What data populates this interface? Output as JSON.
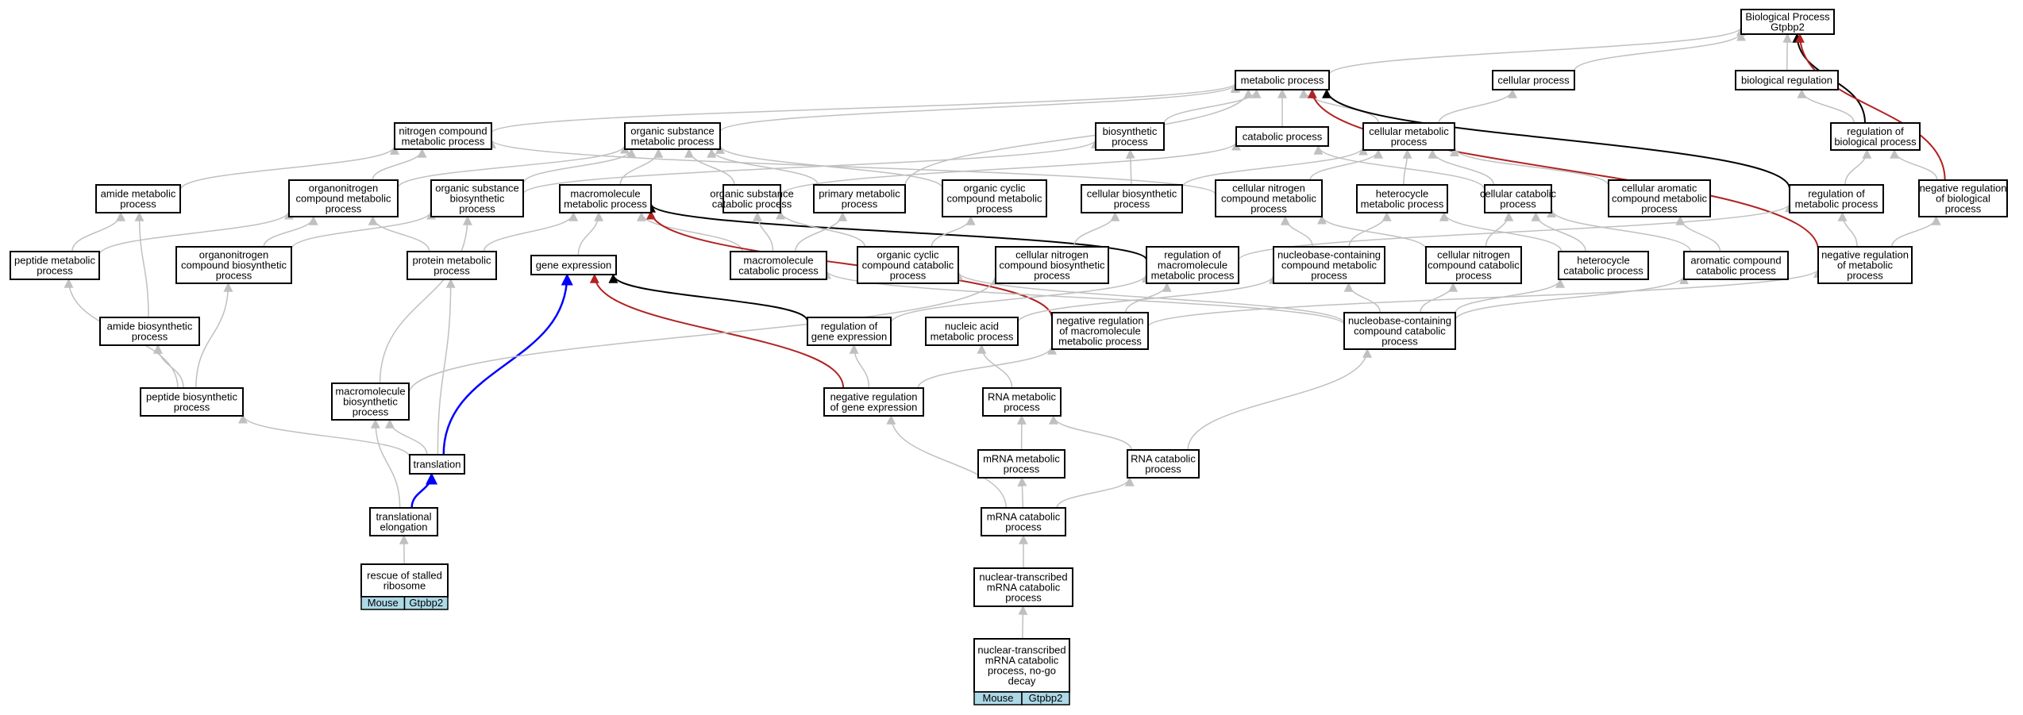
{
  "colors": {
    "gray": "#c0c0c0",
    "black": "#000000",
    "red": "#b22222",
    "blue": "#0000ff",
    "tag": "#add8e6"
  },
  "nodes": [
    {
      "id": "bp",
      "lines": [
        "Biological Process",
        "Gtpbp2"
      ]
    },
    {
      "id": "metabolic",
      "lines": [
        "metabolic process"
      ]
    },
    {
      "id": "cellular",
      "lines": [
        "cellular process"
      ]
    },
    {
      "id": "bioreg",
      "lines": [
        "biological regulation"
      ]
    },
    {
      "id": "nitrogen",
      "lines": [
        "nitrogen compound",
        "metabolic process"
      ]
    },
    {
      "id": "orgsub",
      "lines": [
        "organic substance",
        "metabolic process"
      ]
    },
    {
      "id": "biosynth",
      "lines": [
        "biosynthetic",
        "process"
      ]
    },
    {
      "id": "catabolic",
      "lines": [
        "catabolic process"
      ]
    },
    {
      "id": "cellmet",
      "lines": [
        "cellular metabolic",
        "process"
      ]
    },
    {
      "id": "regbio",
      "lines": [
        "regulation of",
        "biological process"
      ]
    },
    {
      "id": "amide",
      "lines": [
        "amide metabolic",
        "process"
      ]
    },
    {
      "id": "organoN",
      "lines": [
        "organonitrogen",
        "compound metabolic",
        "process"
      ]
    },
    {
      "id": "orgsubbio",
      "lines": [
        "organic substance",
        "biosynthetic",
        "process"
      ]
    },
    {
      "id": "macromol",
      "lines": [
        "macromolecule",
        "metabolic process"
      ]
    },
    {
      "id": "orgsubcat",
      "lines": [
        "organic substance",
        "catabolic process"
      ]
    },
    {
      "id": "primary",
      "lines": [
        "primary metabolic",
        "process"
      ]
    },
    {
      "id": "orgcyclic",
      "lines": [
        "organic cyclic",
        "compound metabolic",
        "process"
      ]
    },
    {
      "id": "cellbio",
      "lines": [
        "cellular biosynthetic",
        "process"
      ]
    },
    {
      "id": "cellN",
      "lines": [
        "cellular nitrogen",
        "compound metabolic",
        "process"
      ]
    },
    {
      "id": "hetero",
      "lines": [
        "heterocycle",
        "metabolic process"
      ]
    },
    {
      "id": "cellcat",
      "lines": [
        "cellular catabolic",
        "process"
      ]
    },
    {
      "id": "cellarom",
      "lines": [
        "cellular aromatic",
        "compound metabolic",
        "process"
      ]
    },
    {
      "id": "regmet",
      "lines": [
        "regulation of",
        "metabolic process"
      ]
    },
    {
      "id": "negregbio",
      "lines": [
        "negative regulation",
        "of biological",
        "process"
      ]
    },
    {
      "id": "peptide",
      "lines": [
        "peptide metabolic",
        "process"
      ]
    },
    {
      "id": "organoNbio",
      "lines": [
        "organonitrogen",
        "compound biosynthetic",
        "process"
      ]
    },
    {
      "id": "protein",
      "lines": [
        "protein metabolic",
        "process"
      ]
    },
    {
      "id": "geneexp",
      "lines": [
        "gene expression"
      ]
    },
    {
      "id": "macrocat",
      "lines": [
        "macromolecule",
        "catabolic process"
      ]
    },
    {
      "id": "orgcycliccat",
      "lines": [
        "organic cyclic",
        "compound catabolic",
        "process"
      ]
    },
    {
      "id": "cellNbio",
      "lines": [
        "cellular nitrogen",
        "compound biosynthetic",
        "process"
      ]
    },
    {
      "id": "regmacro",
      "lines": [
        "regulation of",
        "macromolecule",
        "metabolic process"
      ]
    },
    {
      "id": "nucleobase",
      "lines": [
        "nucleobase-containing",
        "compound metabolic",
        "process"
      ]
    },
    {
      "id": "cellNcat",
      "lines": [
        "cellular nitrogen",
        "compound catabolic",
        "process"
      ]
    },
    {
      "id": "heterocat",
      "lines": [
        "heterocycle",
        "catabolic process"
      ]
    },
    {
      "id": "aromcat",
      "lines": [
        "aromatic compound",
        "catabolic process"
      ]
    },
    {
      "id": "negregmet",
      "lines": [
        "negative regulation",
        "of metabolic",
        "process"
      ]
    },
    {
      "id": "amidebio",
      "lines": [
        "amide biosynthetic",
        "process"
      ]
    },
    {
      "id": "reggene",
      "lines": [
        "regulation of",
        "gene expression"
      ]
    },
    {
      "id": "nucacid",
      "lines": [
        "nucleic acid",
        "metabolic process"
      ]
    },
    {
      "id": "negregmacro",
      "lines": [
        "negative regulation",
        "of macromolecule",
        "metabolic process"
      ]
    },
    {
      "id": "nucleocat",
      "lines": [
        "nucleobase-containing",
        "compound catabolic",
        "process"
      ]
    },
    {
      "id": "peptidebio",
      "lines": [
        "peptide biosynthetic",
        "process"
      ]
    },
    {
      "id": "macrobio",
      "lines": [
        "macromolecule",
        "biosynthetic",
        "process"
      ]
    },
    {
      "id": "negreggene",
      "lines": [
        "negative regulation",
        "of gene expression"
      ]
    },
    {
      "id": "rnamet",
      "lines": [
        "RNA metabolic",
        "process"
      ]
    },
    {
      "id": "translation",
      "lines": [
        "translation"
      ]
    },
    {
      "id": "mrnamet",
      "lines": [
        "mRNA metabolic",
        "process"
      ]
    },
    {
      "id": "rnacat",
      "lines": [
        "RNA catabolic",
        "process"
      ]
    },
    {
      "id": "transelong",
      "lines": [
        "translational",
        "elongation"
      ]
    },
    {
      "id": "mrnacat",
      "lines": [
        "mRNA catabolic",
        "process"
      ]
    },
    {
      "id": "rescue",
      "lines": [
        "rescue of stalled",
        "ribosome"
      ],
      "tags": [
        "Mouse",
        "Gtpbp2"
      ]
    },
    {
      "id": "nuctrans",
      "lines": [
        "nuclear-transcribed",
        "mRNA catabolic",
        "process"
      ]
    },
    {
      "id": "nogo",
      "lines": [
        "nuclear-transcribed",
        "mRNA catabolic",
        "process, no-go",
        "decay"
      ],
      "tags": [
        "Mouse",
        "Gtpbp2"
      ]
    }
  ],
  "edges": [
    {
      "from": "metabolic",
      "to": "bp",
      "color": "gray"
    },
    {
      "from": "cellular",
      "to": "bp",
      "color": "gray"
    },
    {
      "from": "bioreg",
      "to": "bp",
      "color": "gray"
    },
    {
      "from": "regbio",
      "to": "bp",
      "color": "black"
    },
    {
      "from": "negregbio",
      "to": "bp",
      "color": "red"
    },
    {
      "from": "regbio",
      "to": "bioreg",
      "color": "gray"
    },
    {
      "from": "nitrogen",
      "to": "metabolic",
      "color": "gray"
    },
    {
      "from": "orgsub",
      "to": "metabolic",
      "color": "gray"
    },
    {
      "from": "biosynth",
      "to": "metabolic",
      "color": "gray"
    },
    {
      "from": "catabolic",
      "to": "metabolic",
      "color": "gray"
    },
    {
      "from": "cellmet",
      "to": "metabolic",
      "color": "gray"
    },
    {
      "from": "primary",
      "to": "metabolic",
      "color": "gray"
    },
    {
      "from": "regmet",
      "to": "metabolic",
      "color": "black"
    },
    {
      "from": "negregmet",
      "to": "metabolic",
      "color": "red"
    },
    {
      "from": "cellmet",
      "to": "cellular",
      "color": "gray"
    },
    {
      "from": "amide",
      "to": "nitrogen",
      "color": "gray"
    },
    {
      "from": "organoN",
      "to": "nitrogen",
      "color": "gray"
    },
    {
      "from": "cellN",
      "to": "nitrogen",
      "color": "gray"
    },
    {
      "from": "organoN",
      "to": "orgsub",
      "color": "gray"
    },
    {
      "from": "orgsubbio",
      "to": "orgsub",
      "color": "gray"
    },
    {
      "from": "macromol",
      "to": "orgsub",
      "color": "gray"
    },
    {
      "from": "orgsubcat",
      "to": "orgsub",
      "color": "gray"
    },
    {
      "from": "orgcyclic",
      "to": "orgsub",
      "color": "gray"
    },
    {
      "from": "primary",
      "to": "orgsub",
      "color": "gray"
    },
    {
      "from": "orgsubbio",
      "to": "biosynth",
      "color": "gray"
    },
    {
      "from": "cellbio",
      "to": "biosynth",
      "color": "gray"
    },
    {
      "from": "orgsubcat",
      "to": "catabolic",
      "color": "gray"
    },
    {
      "from": "cellcat",
      "to": "catabolic",
      "color": "gray"
    },
    {
      "from": "cellbio",
      "to": "cellmet",
      "color": "gray"
    },
    {
      "from": "cellN",
      "to": "cellmet",
      "color": "gray"
    },
    {
      "from": "hetero",
      "to": "cellmet",
      "color": "gray"
    },
    {
      "from": "cellcat",
      "to": "cellmet",
      "color": "gray"
    },
    {
      "from": "cellarom",
      "to": "cellmet",
      "color": "gray"
    },
    {
      "from": "regmet",
      "to": "regbio",
      "color": "gray"
    },
    {
      "from": "negregbio",
      "to": "regbio",
      "color": "gray"
    },
    {
      "from": "peptide",
      "to": "amide",
      "color": "gray"
    },
    {
      "from": "amidebio",
      "to": "amide",
      "color": "gray"
    },
    {
      "from": "peptide",
      "to": "organoN",
      "color": "gray"
    },
    {
      "from": "organoNbio",
      "to": "organoN",
      "color": "gray"
    },
    {
      "from": "protein",
      "to": "organoN",
      "color": "gray"
    },
    {
      "from": "organoNbio",
      "to": "orgsubbio",
      "color": "gray"
    },
    {
      "from": "macrobio",
      "to": "orgsubbio",
      "color": "gray"
    },
    {
      "from": "protein",
      "to": "macromol",
      "color": "gray"
    },
    {
      "from": "geneexp",
      "to": "macromol",
      "color": "gray"
    },
    {
      "from": "macrocat",
      "to": "macromol",
      "color": "gray"
    },
    {
      "from": "regmacro",
      "to": "macromol",
      "color": "black"
    },
    {
      "from": "negregmacro",
      "to": "macromol",
      "color": "red"
    },
    {
      "from": "macrocat",
      "to": "orgsubcat",
      "color": "gray"
    },
    {
      "from": "orgcycliccat",
      "to": "orgsubcat",
      "color": "gray"
    },
    {
      "from": "macrocat",
      "to": "primary",
      "color": "gray"
    },
    {
      "from": "orgcycliccat",
      "to": "orgcyclic",
      "color": "gray"
    },
    {
      "from": "cellNbio",
      "to": "cellbio",
      "color": "gray"
    },
    {
      "from": "nucleobase",
      "to": "cellN",
      "color": "gray"
    },
    {
      "from": "cellNcat",
      "to": "cellN",
      "color": "gray"
    },
    {
      "from": "nucleobase",
      "to": "hetero",
      "color": "gray"
    },
    {
      "from": "heterocat",
      "to": "hetero",
      "color": "gray"
    },
    {
      "from": "cellNcat",
      "to": "cellcat",
      "color": "gray"
    },
    {
      "from": "heterocat",
      "to": "cellcat",
      "color": "gray"
    },
    {
      "from": "aromcat",
      "to": "cellcat",
      "color": "gray"
    },
    {
      "from": "aromcat",
      "to": "cellarom",
      "color": "gray"
    },
    {
      "from": "regmacro",
      "to": "regmet",
      "color": "gray"
    },
    {
      "from": "negregmet",
      "to": "regmet",
      "color": "gray"
    },
    {
      "from": "negregmet",
      "to": "negregbio",
      "color": "gray"
    },
    {
      "from": "peptidebio",
      "to": "peptide",
      "color": "gray"
    },
    {
      "from": "peptidebio",
      "to": "organoNbio",
      "color": "gray"
    },
    {
      "from": "translation",
      "to": "protein",
      "color": "gray"
    },
    {
      "from": "translation",
      "to": "geneexp",
      "color": "blue"
    },
    {
      "from": "reggene",
      "to": "geneexp",
      "color": "black"
    },
    {
      "from": "negreggene",
      "to": "geneexp",
      "color": "red"
    },
    {
      "from": "nucleocat",
      "to": "macrocat",
      "color": "gray"
    },
    {
      "from": "nucleocat",
      "to": "orgcycliccat",
      "color": "gray"
    },
    {
      "from": "macrobio",
      "to": "cellNbio",
      "color": "gray"
    },
    {
      "from": "reggene",
      "to": "regmacro",
      "color": "gray"
    },
    {
      "from": "negregmacro",
      "to": "regmacro",
      "color": "gray"
    },
    {
      "from": "nucacid",
      "to": "nucleobase",
      "color": "gray"
    },
    {
      "from": "nucleocat",
      "to": "nucleobase",
      "color": "gray"
    },
    {
      "from": "nucleocat",
      "to": "cellNcat",
      "color": "gray"
    },
    {
      "from": "nucleocat",
      "to": "heterocat",
      "color": "gray"
    },
    {
      "from": "nucleocat",
      "to": "aromcat",
      "color": "gray"
    },
    {
      "from": "negregmacro",
      "to": "negregmet",
      "color": "gray"
    },
    {
      "from": "peptidebio",
      "to": "amidebio",
      "color": "gray"
    },
    {
      "from": "negreggene",
      "to": "reggene",
      "color": "gray"
    },
    {
      "from": "rnamet",
      "to": "nucacid",
      "color": "gray"
    },
    {
      "from": "rnacat",
      "to": "nucleocat",
      "color": "gray"
    },
    {
      "from": "negreggene",
      "to": "negregmacro",
      "color": "gray"
    },
    {
      "from": "translation",
      "to": "peptidebio",
      "color": "gray"
    },
    {
      "from": "translation",
      "to": "macrobio",
      "color": "gray"
    },
    {
      "from": "mrnamet",
      "to": "rnamet",
      "color": "gray"
    },
    {
      "from": "rnacat",
      "to": "rnamet",
      "color": "gray"
    },
    {
      "from": "transelong",
      "to": "translation",
      "color": "blue"
    },
    {
      "from": "mrnacat",
      "to": "mrnamet",
      "color": "gray"
    },
    {
      "from": "mrnacat",
      "to": "rnacat",
      "color": "gray"
    },
    {
      "from": "transelong",
      "to": "macrobio",
      "color": "gray"
    },
    {
      "from": "rescue",
      "to": "transelong",
      "color": "gray"
    },
    {
      "from": "mrnacat",
      "to": "negreggene",
      "color": "gray"
    },
    {
      "from": "nuctrans",
      "to": "mrnacat",
      "color": "gray"
    },
    {
      "from": "nogo",
      "to": "nuctrans",
      "color": "gray"
    }
  ]
}
